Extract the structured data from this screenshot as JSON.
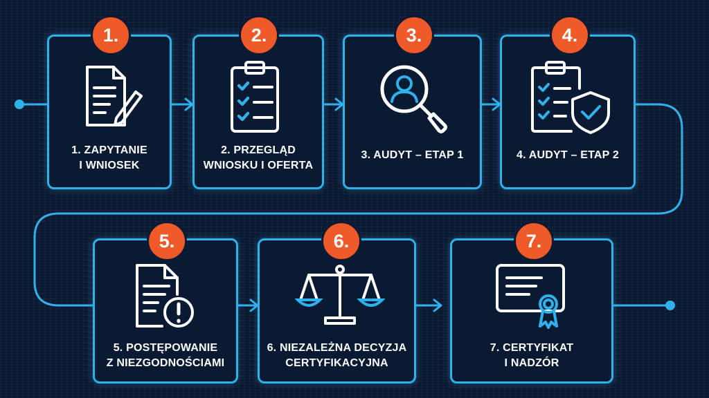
{
  "colors": {
    "background": "#0c1b33",
    "accent": "#2fb2ec",
    "badge": "#f05a28",
    "text": "#ffffff"
  },
  "steps": [
    {
      "number": "1.",
      "label_line1": "1. ZAPYTANIE",
      "label_line2": "I WNIOSEK",
      "icon": "document-pen-icon"
    },
    {
      "number": "2.",
      "label_line1": "2. PRZEGLĄD",
      "label_line2": "WNIOSKU I OFERTA",
      "icon": "clipboard-checklist-icon"
    },
    {
      "number": "3.",
      "label_line1": "3. AUDYT – ETAP 1",
      "label_line2": "",
      "icon": "magnifier-person-icon"
    },
    {
      "number": "4.",
      "label_line1": "4. AUDYT – ETAP 2",
      "label_line2": "",
      "icon": "clipboard-shield-icon"
    },
    {
      "number": "5.",
      "label_line1": "5. POSTĘPOWANIE",
      "label_line2": "Z NIEZGODNOŚCIAMI",
      "icon": "document-warning-icon"
    },
    {
      "number": "6.",
      "label_line1": "6. NIEZALEŻNA DECYZJA",
      "label_line2": "CERTYFIKACYJNA",
      "icon": "scales-icon"
    },
    {
      "number": "7.",
      "label_line1": "7. CERTYFIKAT",
      "label_line2": "I NADZÓR",
      "icon": "certificate-ribbon-icon"
    }
  ]
}
